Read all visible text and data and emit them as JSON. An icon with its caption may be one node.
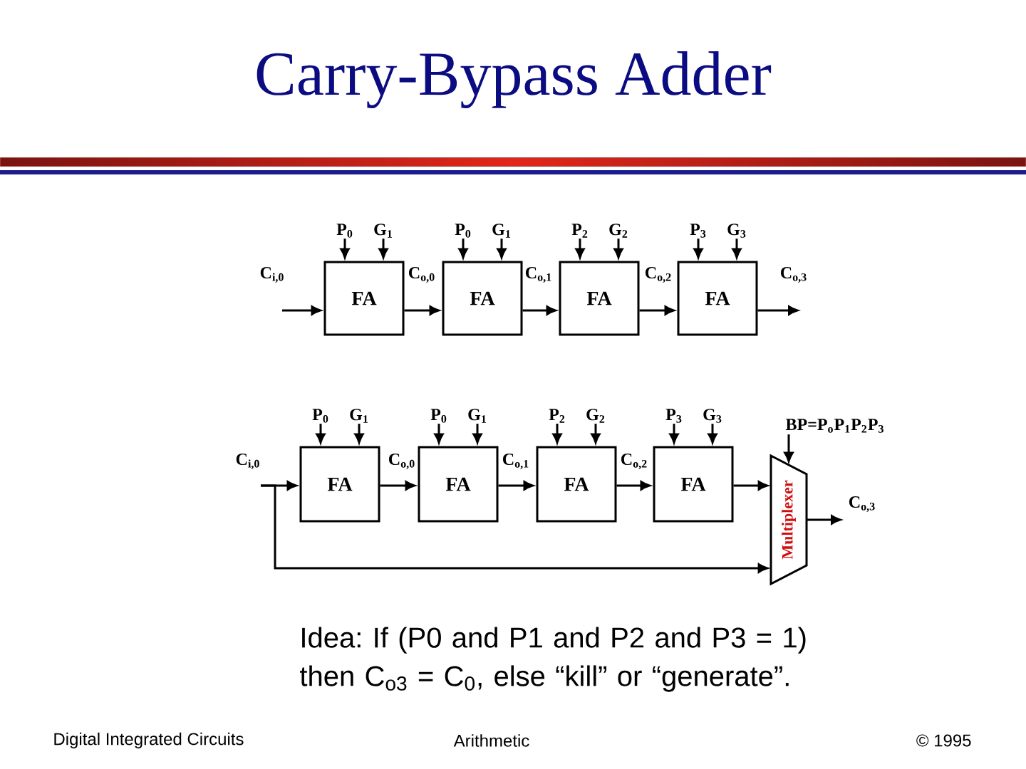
{
  "diagram": {
    "title": "Carry-Bypass Adder",
    "nodes": [
      {
        "text": [
          "P$_{0}$"
        ]
      },
      {
        "text": [
          "G$_{1}$"
        ]
      },
      {
        "text": [
          "P$_{0}$"
        ]
      },
      {
        "text": [
          "G$_{1}$"
        ]
      },
      {
        "text": [
          "P$_{2}$"
        ]
      },
      {
        "text": [
          "G$_{2}$"
        ]
      },
      {
        "text": [
          "P$_{3}$"
        ]
      },
      {
        "text": [
          "G$_{3}$"
        ]
      },
      {
        "text": [
          "FA"
        ]
      },
      {
        "text": [
          "FA"
        ]
      },
      {
        "text": [
          "FA"
        ]
      },
      {
        "text": [
          "FA"
        ]
      },
      {
        "text": [
          "P$_{0}$"
        ]
      },
      {
        "text": [
          "G$_{1}$"
        ]
      },
      {
        "text": [
          "P$_{0}$"
        ]
      },
      {
        "text": [
          "G$_{1}$"
        ]
      },
      {
        "text": [
          "P$_{2}$"
        ]
      },
      {
        "text": [
          "G$_{2}$"
        ]
      },
      {
        "text": [
          "P$_{3}$"
        ]
      },
      {
        "text": [
          "G$_{3}$"
        ]
      },
      {
        "text": [
          "BP=P$_{o}$P$_{1}$P$_{2}$P$_{3}$"
        ]
      },
      {
        "text": [
          "FA"
        ]
      },
      {
        "text": [
          "FA"
        ]
      },
      {
        "text": [
          "FA"
        ]
      },
      {
        "text": [
          "FA"
        ]
      },
      {
        "text": [
          "Multiplexer"
        ]
      }
    ],
    "edges": [
      {
        "from": 0,
        "to": 8,
        "arrow": "to"
      },
      {
        "from": 1,
        "to": 8,
        "arrow": "to"
      },
      {
        "from": 2,
        "to": 9,
        "arrow": "to"
      },
      {
        "from": 3,
        "to": 9,
        "arrow": "to"
      },
      {
        "from": 4,
        "to": 10,
        "arrow": "to"
      },
      {
        "from": 5,
        "to": 10,
        "arrow": "to"
      },
      {
        "from": 6,
        "to": 11,
        "arrow": "to"
      },
      {
        "from": 7,
        "to": 11,
        "arrow": "to"
      },
      {
        "from": null,
        "to": 8,
        "arrow": "to",
        "label": "C$_{i,0}$"
      },
      {
        "from": 8,
        "to": 9,
        "arrow": "to",
        "label": "C$_{o,0}$"
      },
      {
        "from": 9,
        "to": 10,
        "arrow": "to",
        "label": "C$_{o,1}$"
      },
      {
        "from": 10,
        "to": 11,
        "arrow": "to",
        "label": "C$_{o,2}$"
      },
      {
        "from": 11,
        "to": null,
        "arrow": "to",
        "label": "C$_{o,3}$"
      },
      {
        "from": 12,
        "to": 21,
        "arrow": "to"
      },
      {
        "from": 13,
        "to": 21,
        "arrow": "to"
      },
      {
        "from": 14,
        "to": 22,
        "arrow": "to"
      },
      {
        "from": 15,
        "to": 22,
        "arrow": "to"
      },
      {
        "from": 16,
        "to": 23,
        "arrow": "to"
      },
      {
        "from": 17,
        "to": 23,
        "arrow": "to"
      },
      {
        "from": 18,
        "to": 24,
        "arrow": "to"
      },
      {
        "from": 19,
        "to": 24,
        "arrow": "to"
      },
      {
        "from": 20,
        "to": 25,
        "arrow": "to"
      },
      {
        "from": null,
        "to": 21,
        "arrow": "to",
        "label": "C$_{i,0}$"
      },
      {
        "from": null,
        "to": 25,
        "arrow": "to"
      },
      {
        "from": 21,
        "to": 22,
        "arrow": "to",
        "label": "C$_{o,0}$"
      },
      {
        "from": 22,
        "to": 23,
        "arrow": "to",
        "label": "C$_{o,1}$"
      },
      {
        "from": 23,
        "to": 24,
        "arrow": "to",
        "label": "C$_{o,2}$"
      },
      {
        "from": 24,
        "to": 25,
        "arrow": "to"
      },
      {
        "from": 25,
        "to": null,
        "arrow": "to",
        "label": "C$_{o,3}$"
      }
    ],
    "labels": [
      "Idea: If (P0 and P1 and P2 and P3 = 1) then C$_{o3}$ = C$_{0}$, else “kill” or “generate”.",
      "Digital Integrated Circuits",
      "Arithmetic",
      "© 1995"
    ]
  }
}
